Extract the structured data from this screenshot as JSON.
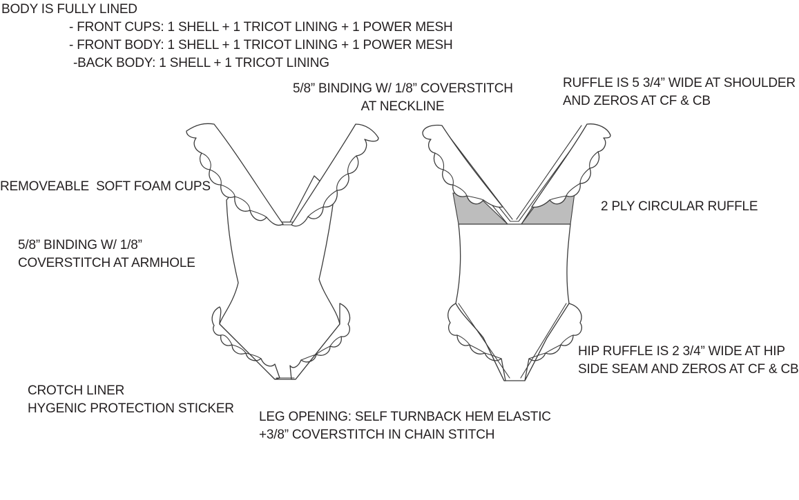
{
  "notes": {
    "lining_title": "BODY IS FULLY LINED",
    "lining_lines": [
      "- FRONT CUPS: 1 SHELL + 1 TRICOT LINING + 1 POWER MESH",
      "- FRONT BODY: 1 SHELL + 1 TRICOT LINING + 1 POWER MESH",
      "-BACK BODY: 1 SHELL + 1 TRICOT LINING"
    ],
    "neckline": [
      "5/8” BINDING W/ 1/8” COVERSTITCH",
      "AT NECKLINE"
    ],
    "shoulder_ruffle": [
      "RUFFLE IS 5 3/4” WIDE AT SHOULDER",
      "AND ZEROS AT CF & CB"
    ],
    "cups": "REMOVEABLE  SOFT FOAM CUPS",
    "circular_ruffle": "2 PLY CIRCULAR RUFFLE",
    "armhole": [
      "5/8” BINDING W/ 1/8”",
      "COVERSTITCH AT ARMHOLE"
    ],
    "hip_ruffle": [
      "HIP RUFFLE IS 2 3/4” WIDE AT HIP",
      "SIDE SEAM AND ZEROS AT CF & CB"
    ],
    "crotch": [
      "CROTCH LINER",
      "HYGENIC PROTECTION STICKER"
    ],
    "leg_opening": [
      "LEG OPENING: SELF TURNBACK HEM ELASTIC",
      "+3/8” COVERSTITCH IN CHAIN STITCH"
    ]
  },
  "colors": {
    "text": "#231f20",
    "line": "#3a3a3a",
    "mesh_fill": "#bdbdbd"
  }
}
